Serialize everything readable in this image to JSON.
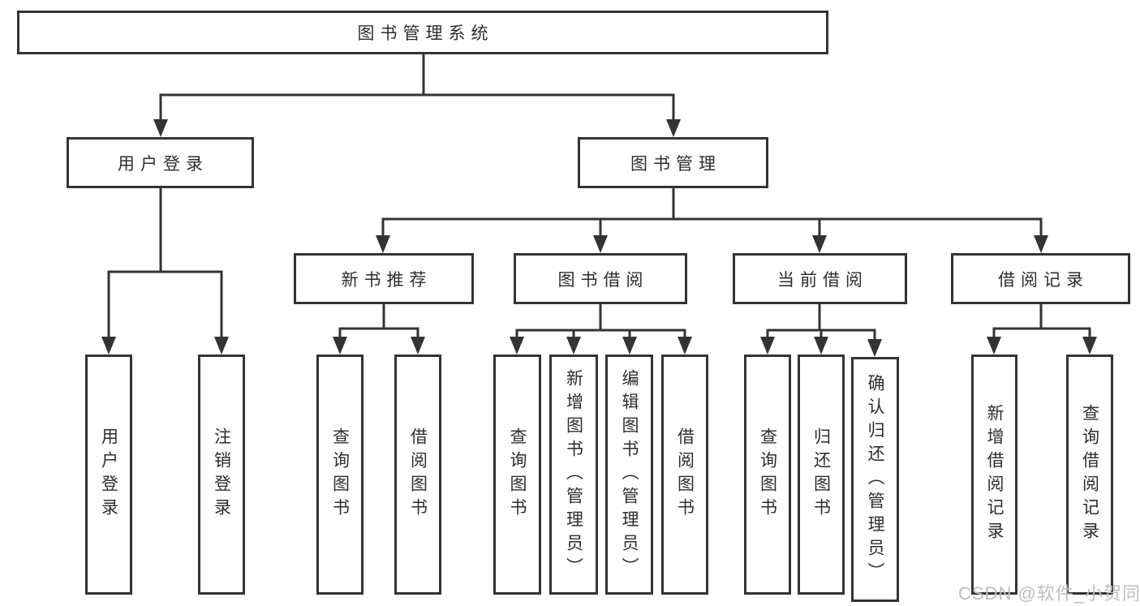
{
  "diagram": {
    "title": "图书管理系统",
    "nodes": {
      "root": "图书管理系统",
      "level2": [
        "用户登录",
        "图书管理"
      ],
      "level3": [
        "新书推荐",
        "图书借阅",
        "当前借阅",
        "借阅记录"
      ],
      "leaves_user_login": [
        "用户登录",
        "注销登录"
      ],
      "leaves_new_book": [
        "查询图书",
        "借阅图书"
      ],
      "leaves_book_borrow": [
        "查询图书",
        "新增图书（管理员）",
        "编辑图书（管理员）",
        "借阅图书"
      ],
      "leaves_current_borrow": [
        "查询图书",
        "归还图书",
        "确认归还（管理员）"
      ],
      "leaves_borrow_record": [
        "新增借阅记录",
        "查询借阅记录"
      ]
    },
    "colors": {
      "line": "#333333",
      "text": "#2d2d2d",
      "box_background": "#ffffff",
      "watermark": "#bdbec3"
    }
  },
  "watermark": {
    "text": "CSDN @软件_小贺同学"
  }
}
